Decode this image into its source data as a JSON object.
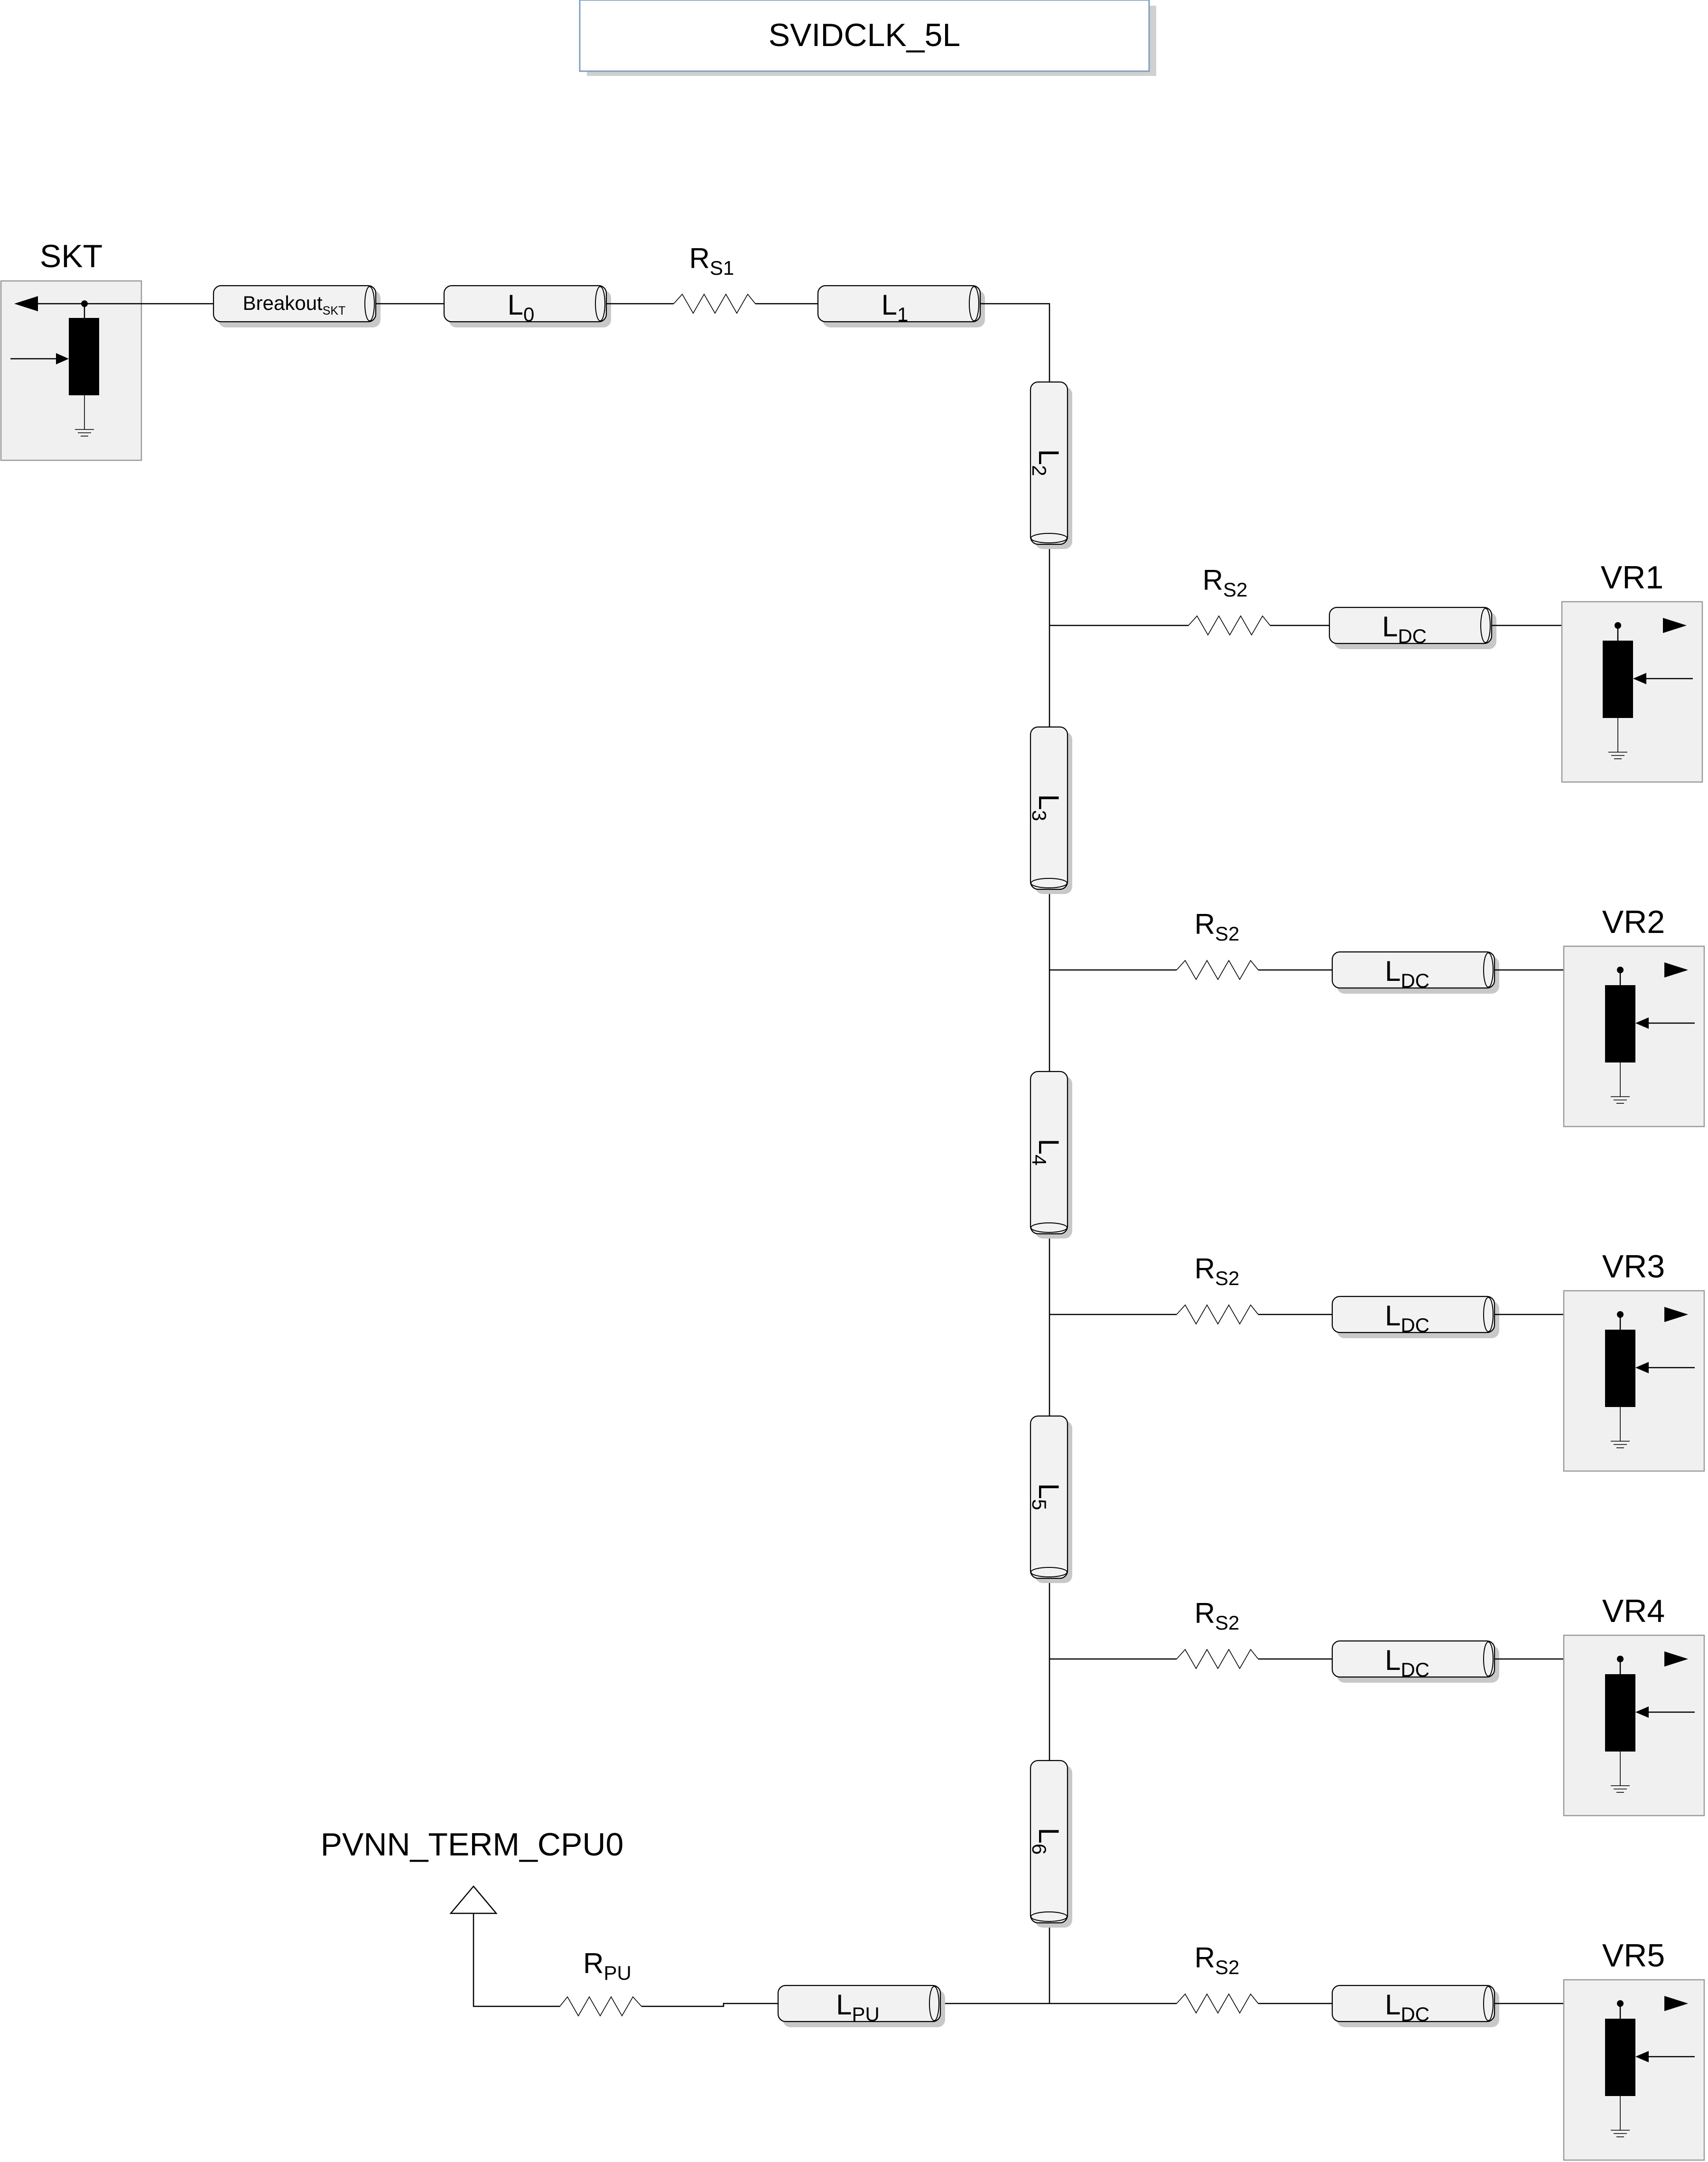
{
  "title": "SVIDCLK_5L",
  "labels": {
    "skt": "SKT",
    "breakout": "Breakout",
    "breakout_sub": "SKT",
    "l0": "L",
    "l0_sub": "0",
    "rs1": "R",
    "rs1_sub": "S1",
    "l1": "L",
    "l1_sub": "1",
    "l2": "L",
    "l2_sub": "2",
    "l3": "L",
    "l3_sub": "3",
    "l4": "L",
    "l4_sub": "4",
    "l5": "L",
    "l5_sub": "5",
    "l6": "L",
    "l6_sub": "6",
    "rs2": "R",
    "rs2_sub": "S2",
    "ldc": "L",
    "ldc_sub": "DC",
    "rpu": "R",
    "rpu_sub": "PU",
    "lpu": "L",
    "lpu_sub": "PU",
    "pvnn": "PVNN_TERM_CPU0"
  },
  "receivers": [
    {
      "name": "VR1"
    },
    {
      "name": "VR2"
    },
    {
      "name": "VR3"
    },
    {
      "name": "VR4"
    },
    {
      "name": "VR5"
    }
  ],
  "colors": {
    "line": "#000000",
    "tline_fill": "#f2f2f2",
    "box_fill": "#f0f0f0",
    "box_stroke": "#9a9a9a"
  }
}
